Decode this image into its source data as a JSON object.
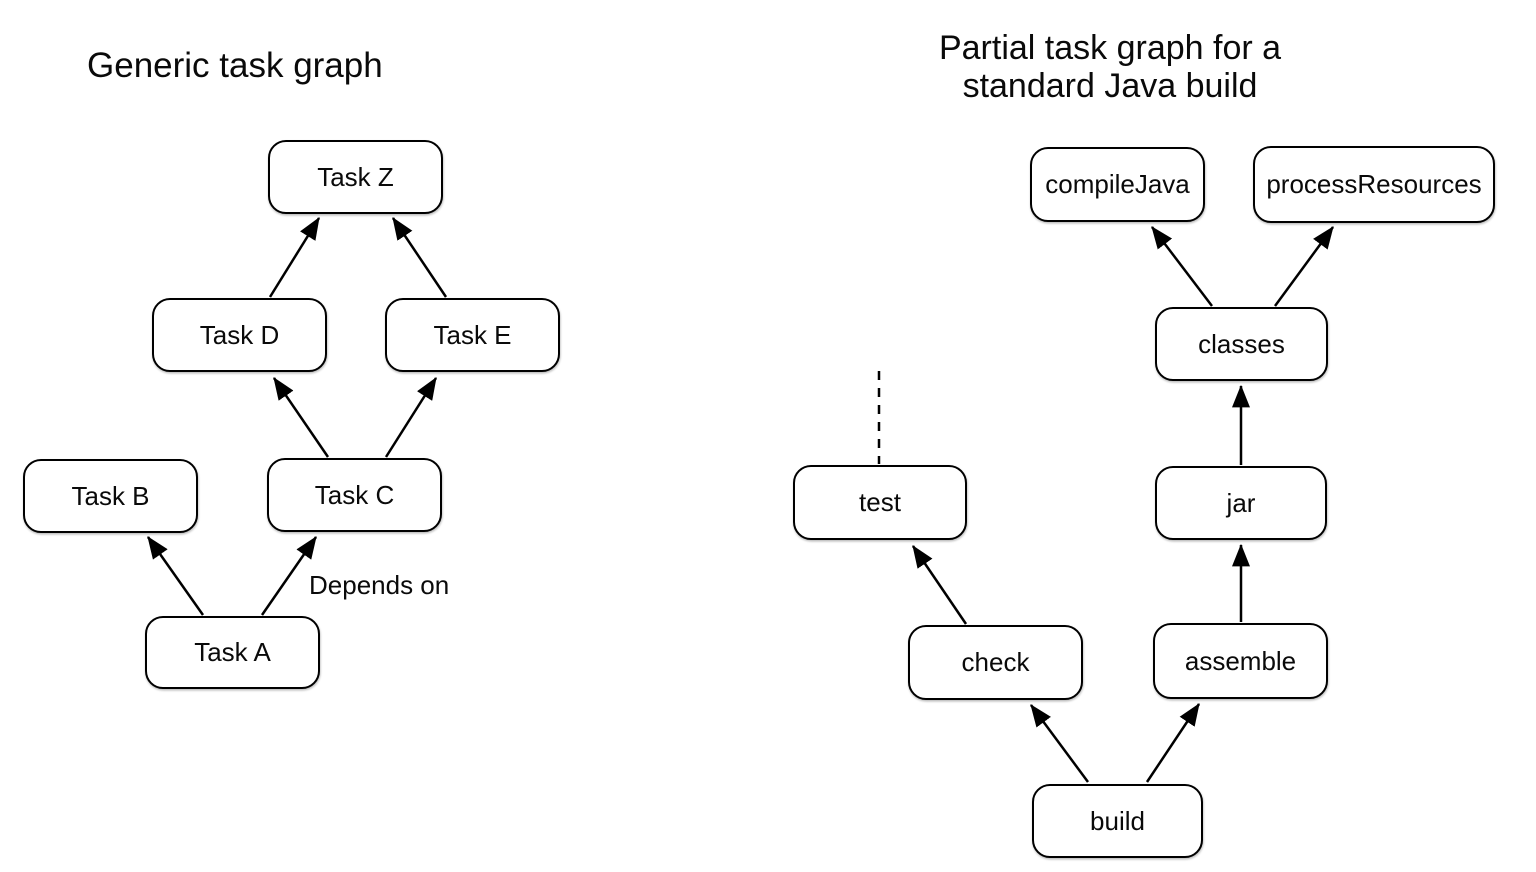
{
  "colors": {
    "background": "#ffffff",
    "node_fill": "#ffffff",
    "node_border": "#000000",
    "text": "#000000"
  },
  "left_graph": {
    "title": "Generic task graph",
    "edge_label": "Depends on",
    "nodes": {
      "task_z": "Task Z",
      "task_d": "Task D",
      "task_e": "Task E",
      "task_b": "Task B",
      "task_c": "Task C",
      "task_a": "Task A"
    },
    "edges": [
      {
        "from": "Task D",
        "to": "Task Z",
        "style": "solid"
      },
      {
        "from": "Task E",
        "to": "Task Z",
        "style": "solid"
      },
      {
        "from": "Task C",
        "to": "Task D",
        "style": "solid"
      },
      {
        "from": "Task C",
        "to": "Task E",
        "style": "solid"
      },
      {
        "from": "Task A",
        "to": "Task B",
        "style": "solid"
      },
      {
        "from": "Task A",
        "to": "Task C",
        "style": "solid",
        "label": "Depends on"
      }
    ]
  },
  "right_graph": {
    "title_line1": "Partial task graph for a",
    "title_line2": "standard Java build",
    "nodes": {
      "compile_java": "compileJava",
      "process_resources": "processResources",
      "classes": "classes",
      "jar": "jar",
      "test": "test",
      "check": "check",
      "assemble": "assemble",
      "build": "build"
    },
    "edges": [
      {
        "from": "classes",
        "to": "compileJava",
        "style": "solid"
      },
      {
        "from": "classes",
        "to": "processResources",
        "style": "solid"
      },
      {
        "from": "jar",
        "to": "classes",
        "style": "solid"
      },
      {
        "from": "assemble",
        "to": "jar",
        "style": "solid"
      },
      {
        "from": "check",
        "to": "test",
        "style": "solid"
      },
      {
        "from": "build",
        "to": "check",
        "style": "solid"
      },
      {
        "from": "build",
        "to": "assemble",
        "style": "solid"
      },
      {
        "from": "test",
        "to": "",
        "style": "dashed-continuation"
      }
    ]
  }
}
